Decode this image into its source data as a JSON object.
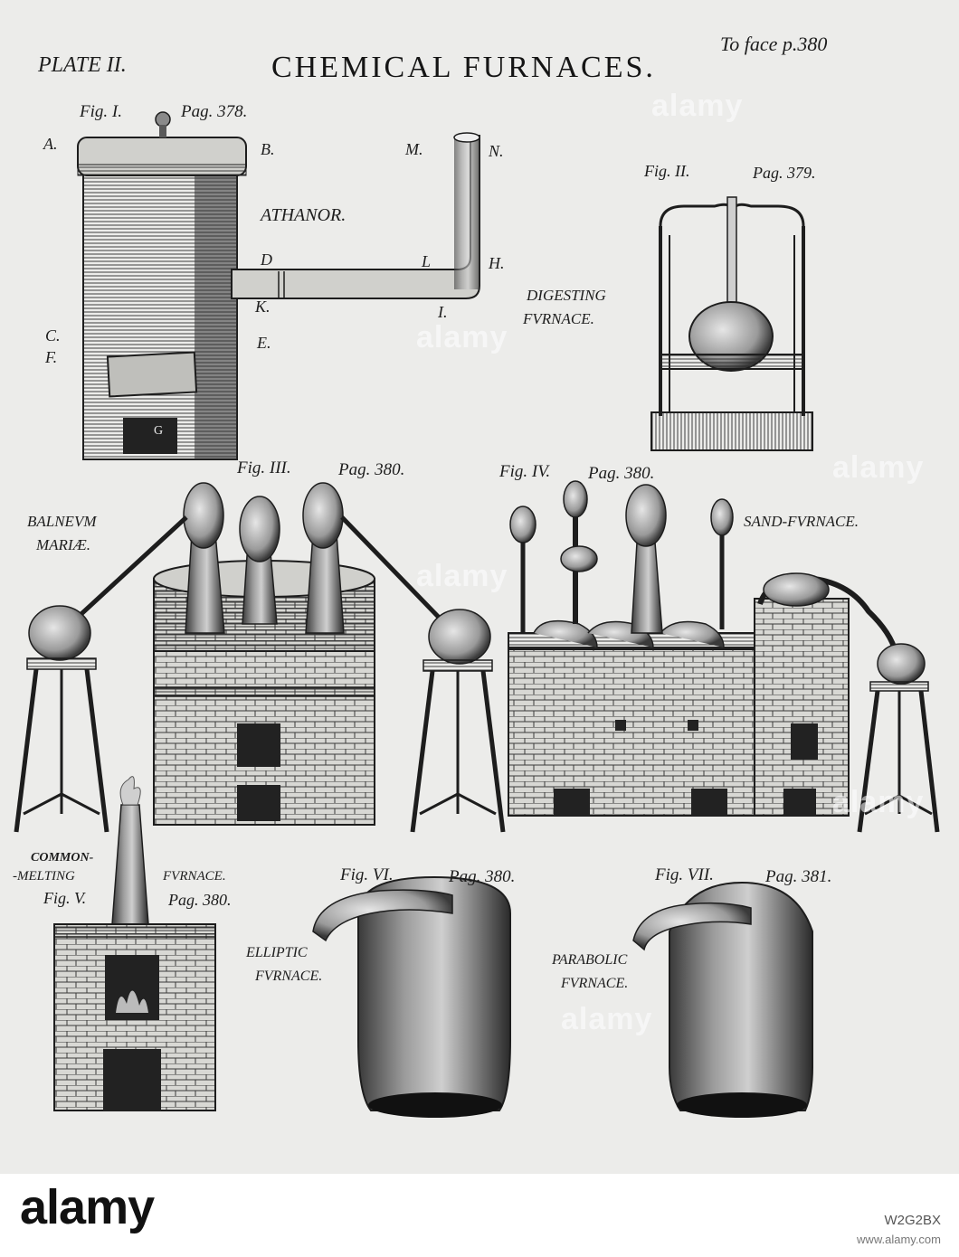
{
  "plate": {
    "plate_label": "PLATE II.",
    "title": "CHEMICAL FURNACES.",
    "page_note": "To face p.380"
  },
  "fig1": {
    "caption": "Fig. I.",
    "page": "Pag. 378.",
    "name": "ATHANOR.",
    "letters": {
      "a": "A.",
      "b": "B.",
      "c": "C.",
      "f": "F.",
      "d": "D",
      "k": "K.",
      "e": "E.",
      "g": "G",
      "m": "M.",
      "n": "N.",
      "l": "L",
      "h": "H.",
      "i": "I."
    }
  },
  "fig2": {
    "caption": "Fig. II.",
    "page": "Pag. 379.",
    "name_line1": "DIGESTING",
    "name_line2": "FVRNACE."
  },
  "fig3": {
    "caption": "Fig. III.",
    "page": "Pag. 380.",
    "name_line1": "BALNEVM",
    "name_line2": "MARIÆ."
  },
  "fig4": {
    "caption": "Fig. IV.",
    "page": "Pag. 380.",
    "name": "SAND-FVRNACE."
  },
  "fig5": {
    "caption": "Fig. V.",
    "page": "Pag. 380.",
    "name_line1": "COMMON-",
    "name_line2": "-MELTING",
    "name_line3": "FVRNACE."
  },
  "fig6": {
    "caption": "Fig. VI.",
    "page": "Pag. 380.",
    "name_line1": "ELLIPTIC",
    "name_line2": "FVRNACE."
  },
  "fig7": {
    "caption": "Fig. VII.",
    "page": "Pag. 381.",
    "name_line1": "PARABOLIC",
    "name_line2": "FVRNACE."
  },
  "watermark": {
    "text": "alamy"
  },
  "footer": {
    "logo": "alamy",
    "image_id": "W2G2BX",
    "url": "www.alamy.com"
  }
}
